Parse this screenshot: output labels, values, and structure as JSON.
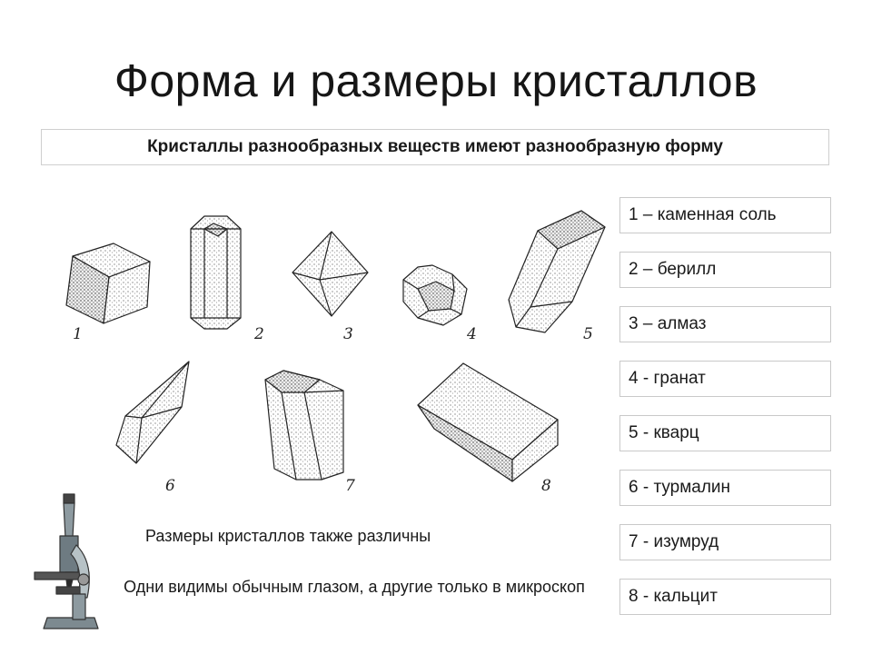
{
  "title": "Форма и размеры кристаллов",
  "subtitle": "Кристаллы разнообразных веществ имеют разнообразную форму",
  "legend": [
    "1 – каменная соль",
    "2 – берилл",
    "3 – алмаз",
    "4 - гранат",
    "5 - кварц",
    "6 - турмалин",
    "7 - изумруд",
    "8 - кальцит"
  ],
  "crystal_numbers": [
    "1",
    "2",
    "3",
    "4",
    "5",
    "6",
    "7",
    "8"
  ],
  "sizes_text": "Размеры кристаллов также различны",
  "visibility_text": "Одни видимы обычным глазом, а другие только в микроскоп",
  "icons": [
    "microscope-icon"
  ]
}
